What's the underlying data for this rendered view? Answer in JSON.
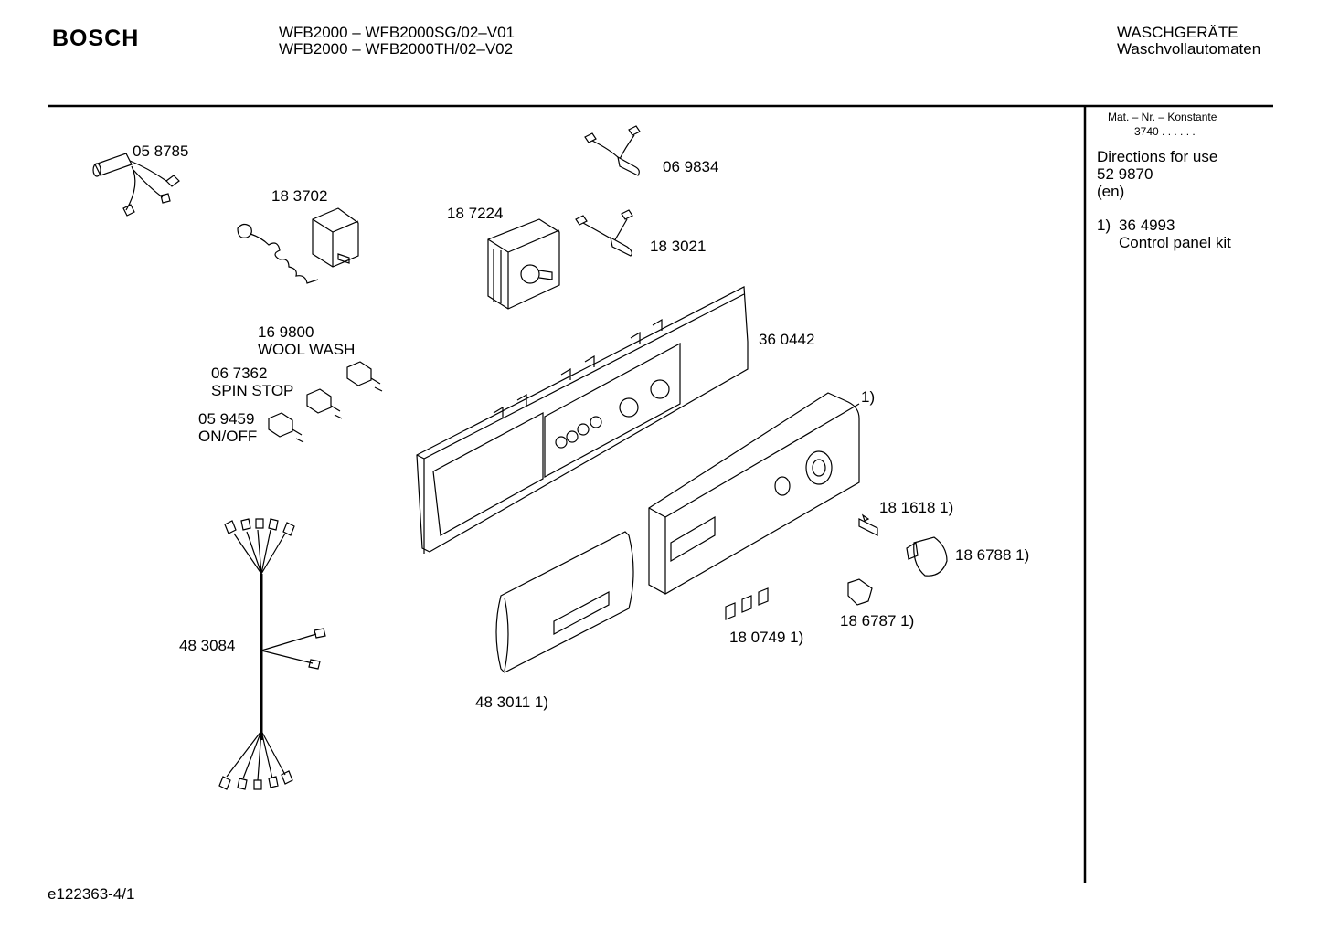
{
  "header": {
    "brand": "BOSCH",
    "models": [
      "WFB2000 – WFB2000SG/02–V01",
      "WFB2000 – WFB2000TH/02–V02"
    ],
    "category": "WASCHGERÄTE",
    "subcategory": "Waschvollautomaten"
  },
  "sidebar": {
    "mat_label": "Mat. – Nr. – Konstante",
    "mat_value": "3740  .  .    .  .  .  .",
    "directions_title": "Directions for use",
    "directions_number": "52 9870",
    "directions_lang": "(en)",
    "kit_marker": "1)",
    "kit_number": "36 4993",
    "kit_name": "Control panel kit"
  },
  "parts": {
    "p058785": "05 8785",
    "p183702": "18 3702",
    "p187224": "18 7224",
    "p069834": "06 9834",
    "p183021": "18 3021",
    "p169800": "16 9800",
    "p169800_desc": "WOOL WASH",
    "p067362": "06 7362",
    "p067362_desc": "SPIN STOP",
    "p059459": "05 9459",
    "p059459_desc": "ON/OFF",
    "p360442": "36 0442",
    "kit_ref": "1)",
    "p181618": "18 1618 1)",
    "p186788": "18 6788 1)",
    "p186787": "18 6787 1)",
    "p180749": "18 0749 1)",
    "p483084": "48 3084",
    "p483011": "48 3011 1)"
  },
  "footer": {
    "doc_id": "e122363-4/1"
  }
}
